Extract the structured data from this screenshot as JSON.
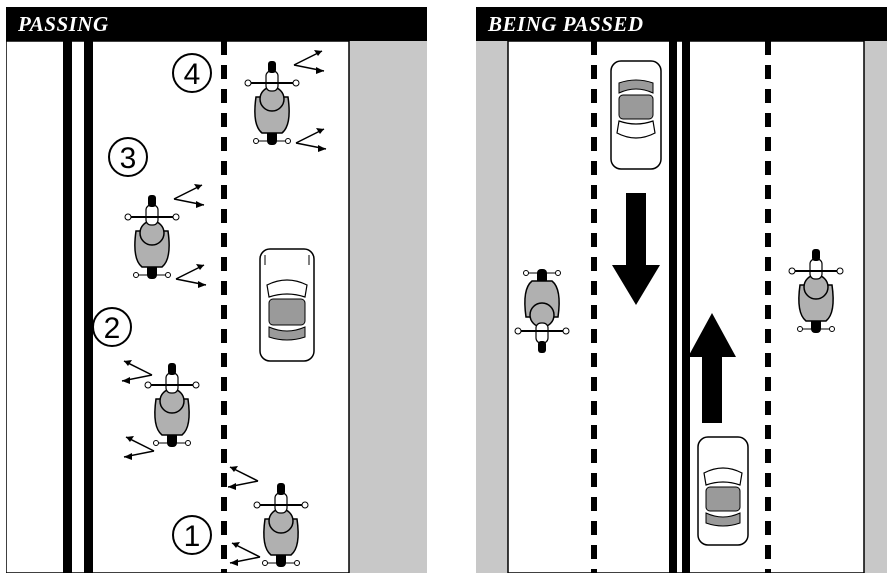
{
  "panels": {
    "passing": {
      "title": "PASSING",
      "steps": [
        "1",
        "2",
        "3",
        "4"
      ]
    },
    "being_passed": {
      "title": "BEING PASSED"
    }
  },
  "colors": {
    "road": "#ffffff",
    "shoulder": "#c8c8c8",
    "line": "#000000",
    "rider": "#b0b0b0",
    "title_bar": "#000000"
  },
  "icons": [
    "motorcycle-icon",
    "car-icon",
    "arrow-down-icon",
    "arrow-up-icon",
    "mirror-check-arrows-icon"
  ]
}
